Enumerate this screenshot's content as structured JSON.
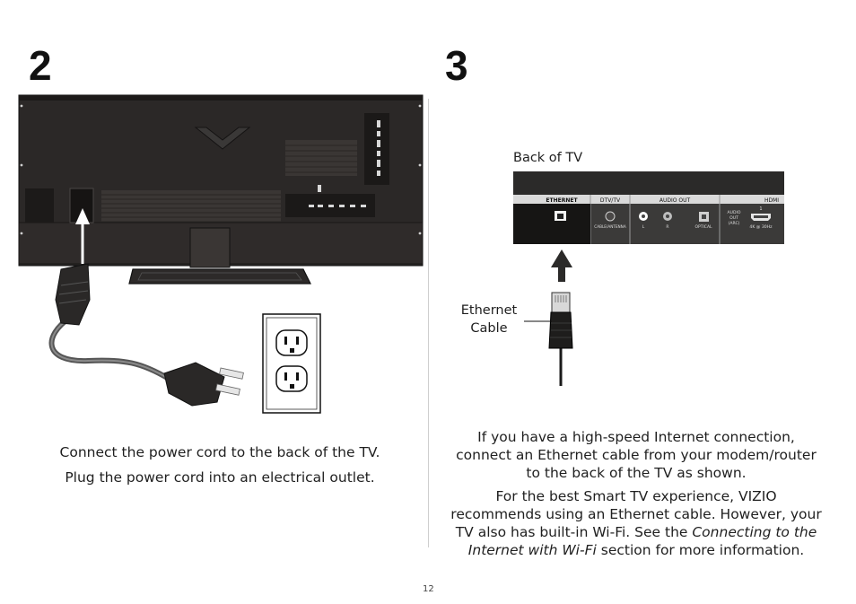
{
  "step_left": {
    "number": "2",
    "caption_line1": "Connect the power cord to the back of the TV.",
    "caption_line2": "Plug the power cord into an electrical outlet."
  },
  "step_right": {
    "number": "3",
    "back_label": "Back of TV",
    "ethernet_label_line1": "Ethernet",
    "ethernet_label_line2": "Cable",
    "panel_sections": {
      "ethernet": "ETHERNET",
      "dtv": "DTV/TV",
      "audio_out": "AUDIO OUT",
      "hdmi": "HDMI"
    },
    "port_labels": {
      "cable_antenna": "CABLE/ANTENNA",
      "left": "L",
      "right": "R",
      "optical": "OPTICAL",
      "audio_out_l1": "AUDIO",
      "audio_out_l2": "OUT",
      "audio_out_l3": "(ARC)",
      "hdmi_num": "1",
      "hdmi_res": "4K @ 30Hz"
    },
    "para1": "If you have a high-speed Internet connection, connect an Ethernet cable from your modem/router to the back of the TV as shown.",
    "para2_start": "For the best Smart TV experience, VIZIO recommends using an Ethernet cable. However, your TV also has built-in Wi-Fi. See the ",
    "para2_italic": "Connecting to the Internet with Wi-Fi",
    "para2_end": " section for more information."
  },
  "page_number": "12"
}
